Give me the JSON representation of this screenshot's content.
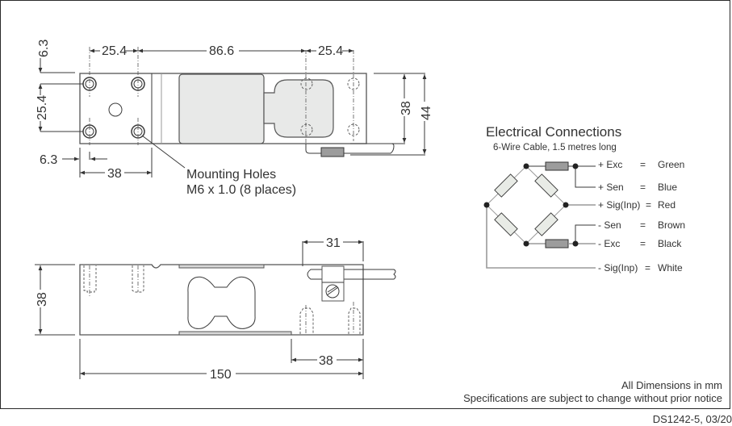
{
  "top_view": {
    "dims": {
      "top_offset": "6.3",
      "hole_spacing_left": "25.4",
      "hole_span": "86.6",
      "hole_spacing_right": "25.4",
      "hole_vertical": "25.4",
      "side_offset": "6.3",
      "mount_block": "38",
      "width_inner": "38",
      "width_outer": "44"
    },
    "callout_line1": "Mounting Holes",
    "callout_line2": "M6 x 1.0 (8 places)"
  },
  "side_view": {
    "dims": {
      "cable_offset": "31",
      "height": "38",
      "right_block": "38",
      "length": "150"
    }
  },
  "electrical": {
    "title": "Electrical Connections",
    "subtitle": "6-Wire Cable, 1.5 metres long",
    "rows": [
      {
        "signal": "+ Exc",
        "eq": "=",
        "color": "Green"
      },
      {
        "signal": "+ Sen",
        "eq": "=",
        "color": "Blue"
      },
      {
        "signal": "+ Sig(Inp)",
        "eq": "=",
        "color": "Red"
      },
      {
        "signal": "-  Sen",
        "eq": "=",
        "color": "Brown"
      },
      {
        "signal": "-  Exc",
        "eq": "=",
        "color": "Black"
      },
      {
        "signal": "-  Sig(Inp)",
        "eq": "=",
        "color": "White"
      }
    ]
  },
  "footer": {
    "units_note": "All Dimensions in mm",
    "spec_note": "Specifications are subject to change without prior notice",
    "doc_ref": "DS1242-5, 03/20"
  }
}
